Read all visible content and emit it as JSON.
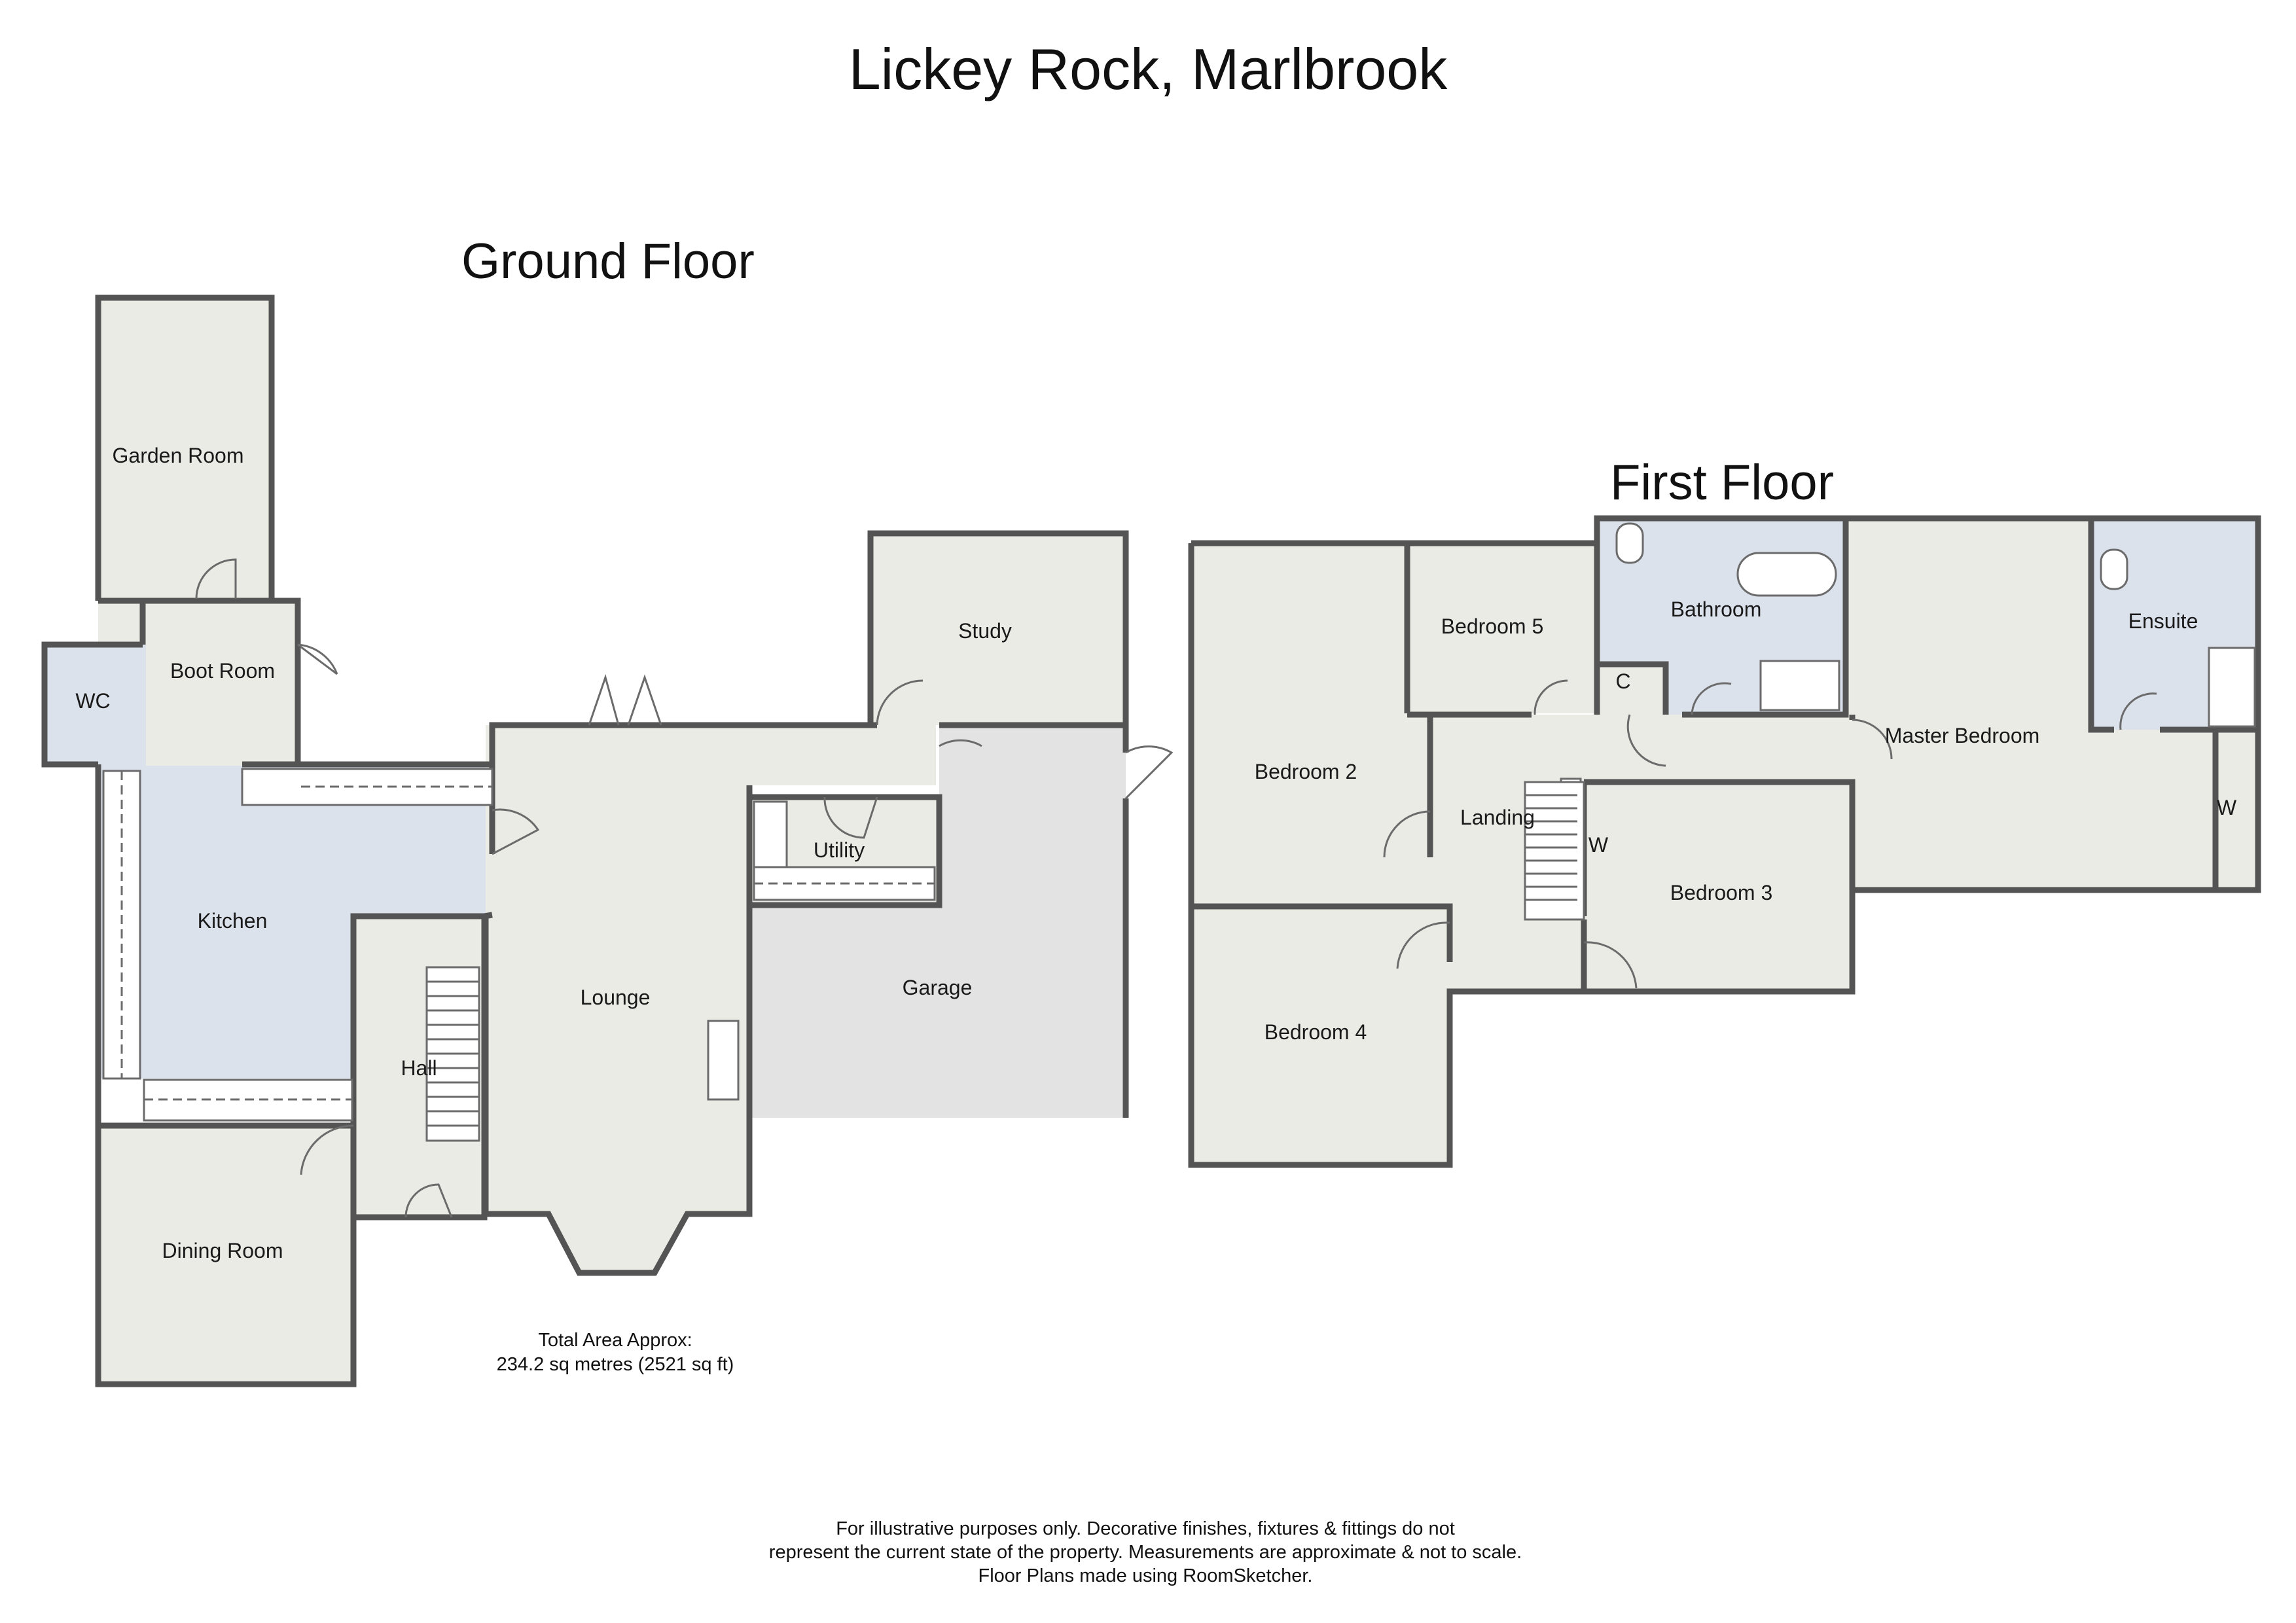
{
  "title": "Lickey Rock, Marlbrook",
  "floors": {
    "ground": "Ground Floor",
    "first": "First Floor"
  },
  "rooms": {
    "garden_room": "Garden Room",
    "boot_room": "Boot Room",
    "wc": "WC",
    "kitchen": "Kitchen",
    "hall": "Hall",
    "dining_room": "Dining Room",
    "lounge": "Lounge",
    "utility": "Utility",
    "study": "Study",
    "garage": "Garage",
    "bedroom_2": "Bedroom 2",
    "bedroom_5": "Bedroom 5",
    "bathroom": "Bathroom",
    "cupboard": "C",
    "landing": "Landing",
    "wardrobe_b3": "W",
    "bedroom_3": "Bedroom 3",
    "bedroom_4": "Bedroom 4",
    "master_bedroom": "Master Bedroom",
    "ensuite": "Ensuite",
    "wardrobe_master": "W"
  },
  "total_area": {
    "line1": "Total Area Approx:",
    "line2": "234.2 sq metres (2521 sq ft)"
  },
  "disclaimer": {
    "line1": "For illustrative purposes only. Decorative finishes, fixtures & fittings do not",
    "line2": "represent the current state of the property. Measurements are approximate & not to scale.",
    "line3": "Floor Plans made using RoomSketcher."
  },
  "colors": {
    "wall": "#545454",
    "floor": "#e9ebe4",
    "wet_room": "#dce2ec",
    "garage": "#e3e3e3"
  }
}
